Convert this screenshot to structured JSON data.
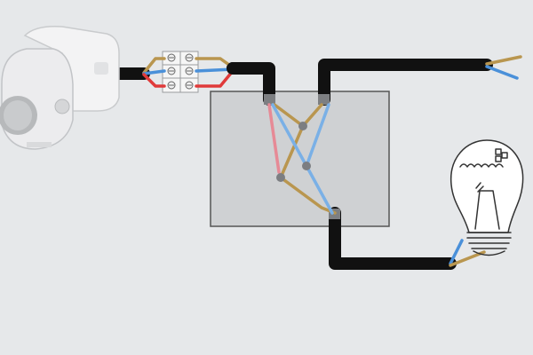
{
  "diagram": {
    "components": [
      {
        "id": "motion-sensor",
        "icon": "motion-sensor-icon"
      },
      {
        "id": "terminal-block",
        "icon": "screw-terminal-icon",
        "terminals": 3
      },
      {
        "id": "junction-box",
        "icon": "junction-box-icon"
      },
      {
        "id": "light-bulb",
        "icon": "incandescent-bulb-icon"
      },
      {
        "id": "mains-supply",
        "icon": "cable-end-icon"
      }
    ],
    "wires": {
      "cable": "#111111",
      "brown": "#b9964f",
      "blue": "#4a90d9",
      "red": "#e03a3a",
      "junction_box_fill": "#cfd1d3",
      "junction_box_stroke": "#555555"
    }
  }
}
